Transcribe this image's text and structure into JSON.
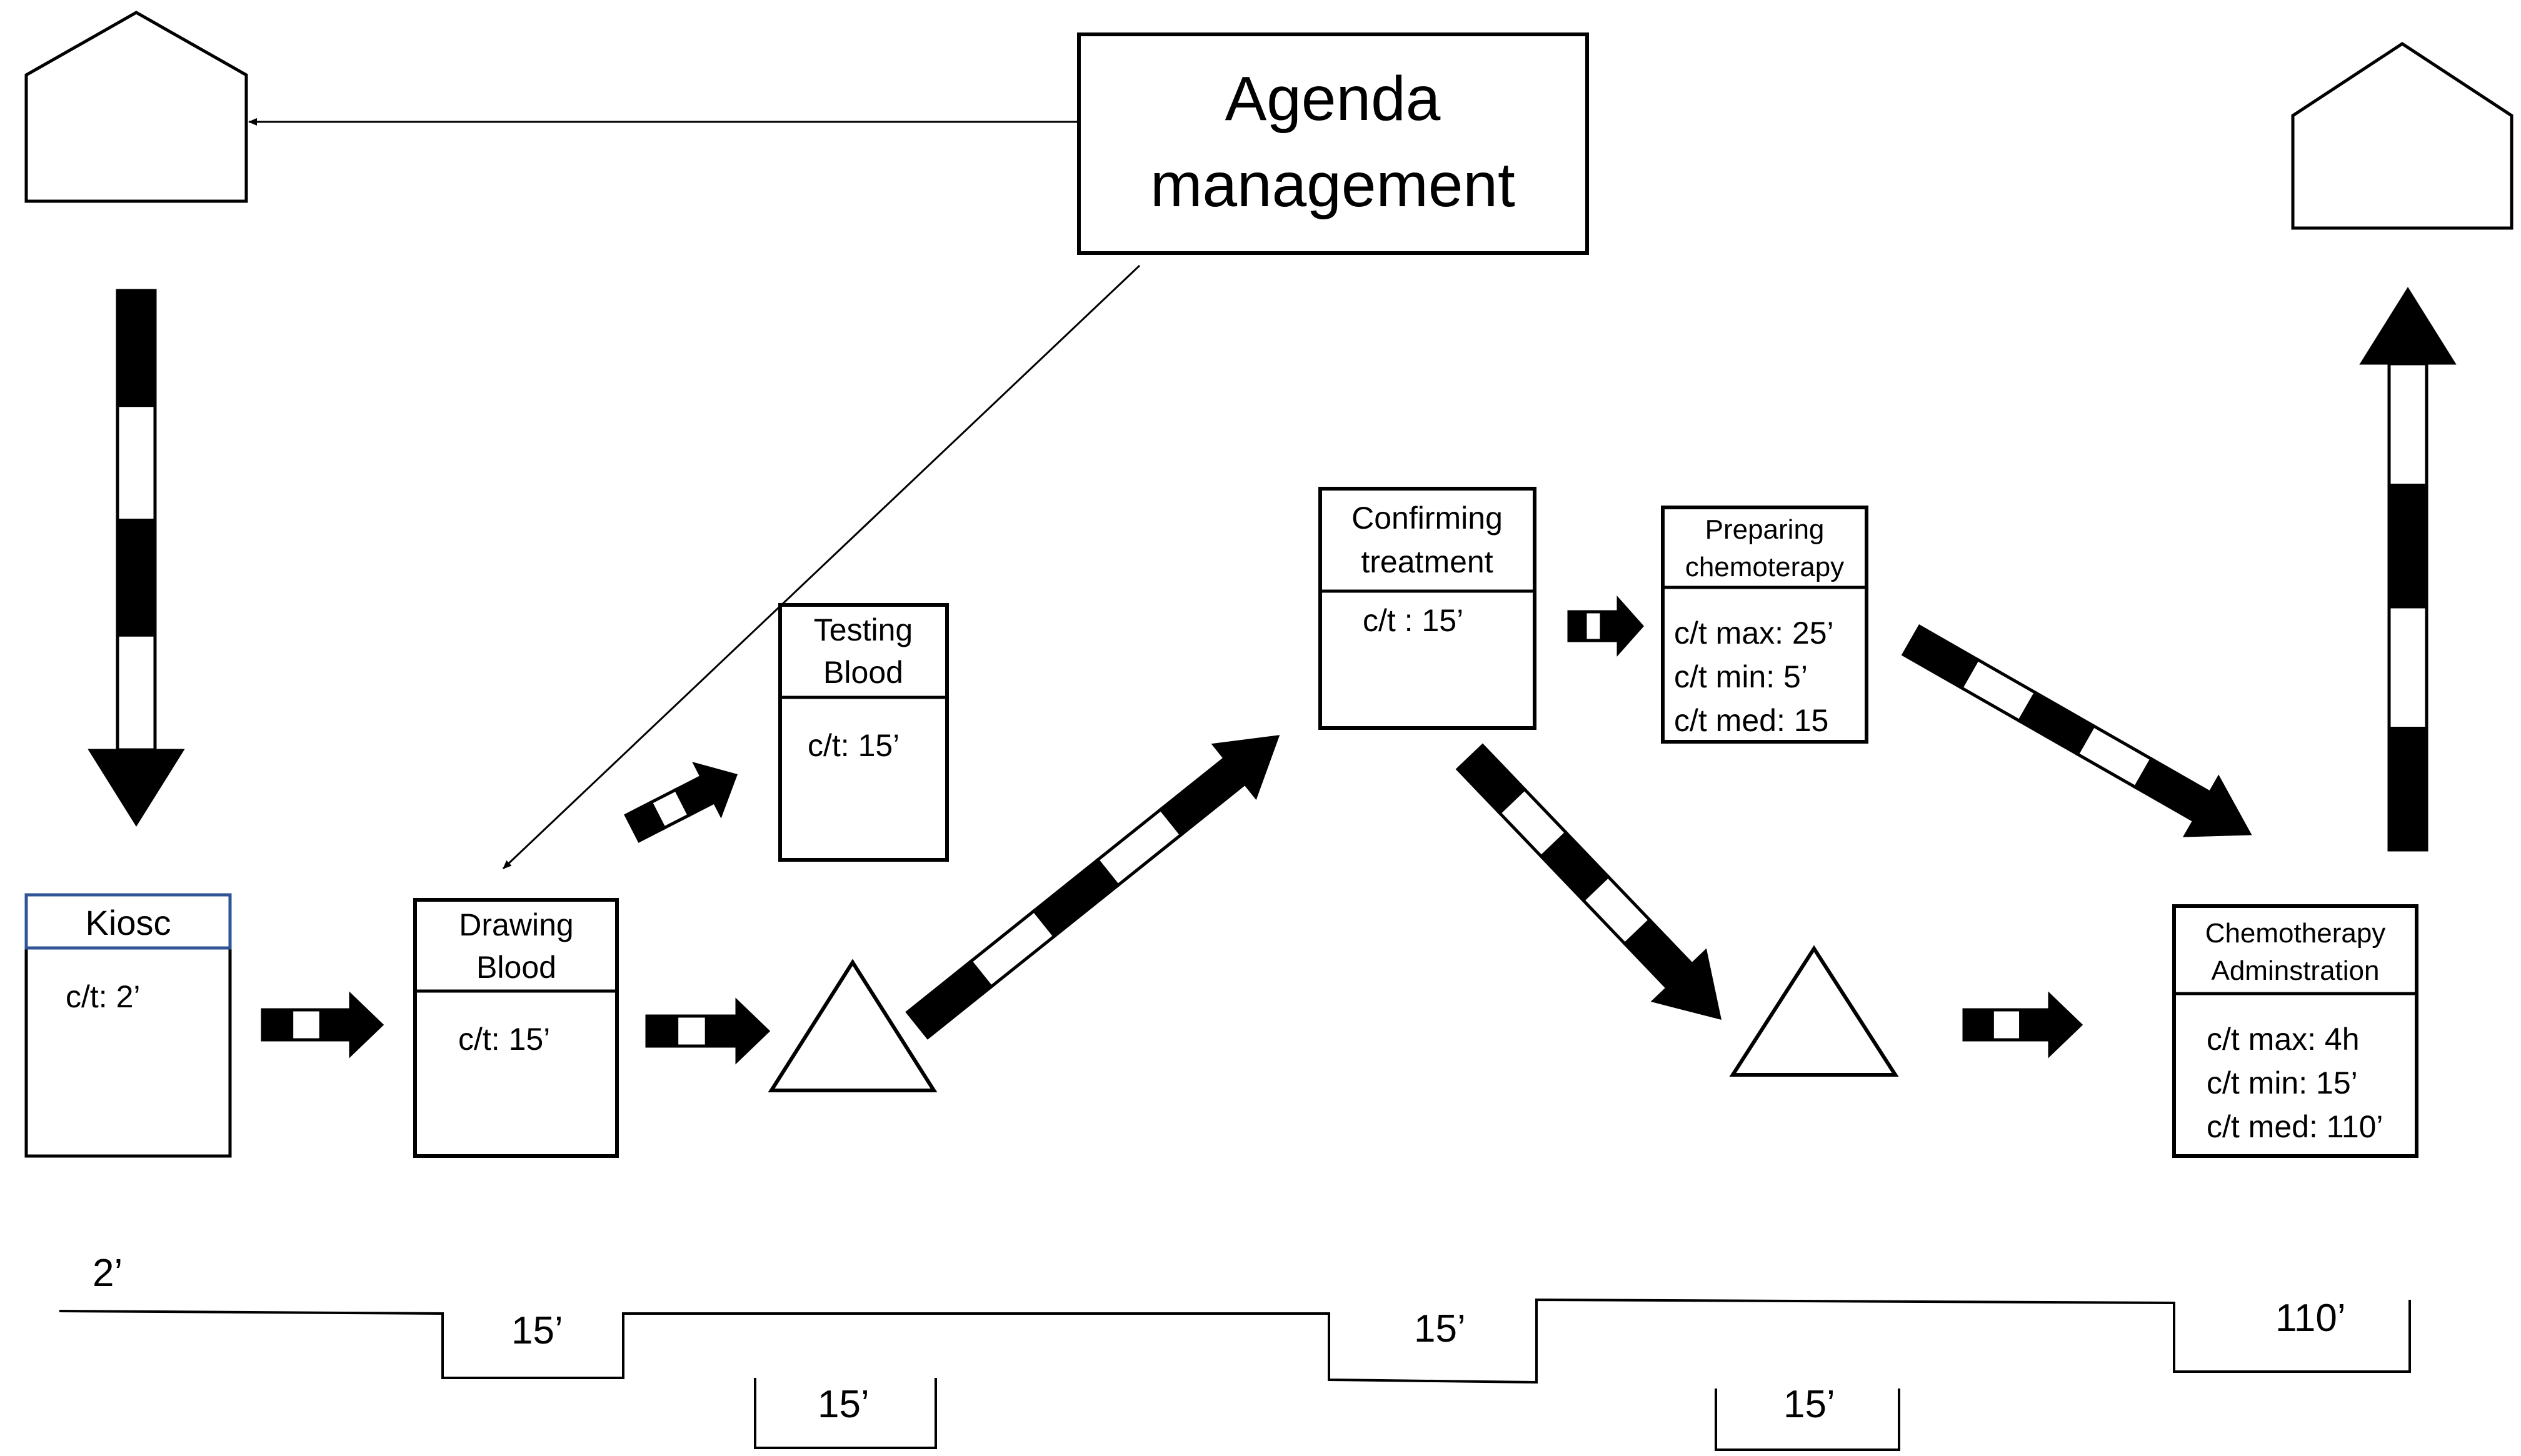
{
  "agenda": {
    "line1": "Agenda",
    "line2": "management"
  },
  "processes": {
    "kiosc": {
      "title": "Kiosc",
      "ct": "c/t: 2’"
    },
    "drawing": {
      "title1": "Drawing",
      "title2": "Blood",
      "ct": "c/t: 15’"
    },
    "testing": {
      "title1": "Testing",
      "title2": "Blood",
      "ct": "c/t: 15’"
    },
    "confirming": {
      "title1": "Confirming",
      "title2": "treatment",
      "ct": "c/t : 15’"
    },
    "preparing": {
      "title1": "Preparing",
      "title2": "chemoterapy",
      "ct_max": "c/t max: 25’",
      "ct_min": "c/t min: 5’",
      "ct_med": "c/t med: 15"
    },
    "chemo": {
      "title1": "Chemotherapy",
      "title2": "Adminstration",
      "ct_max": "c/t max: 4h",
      "ct_min": "c/t min: 15’",
      "ct_med": "c/t med: 110’"
    }
  },
  "timeline": {
    "kiosc": "2’",
    "drawing": "15’",
    "testing": "15’",
    "confirming": "15’",
    "preparing": "15’",
    "chemo": "110’"
  },
  "colors": {
    "stroke": "#000000",
    "kiosc_border": "#2f5597"
  }
}
